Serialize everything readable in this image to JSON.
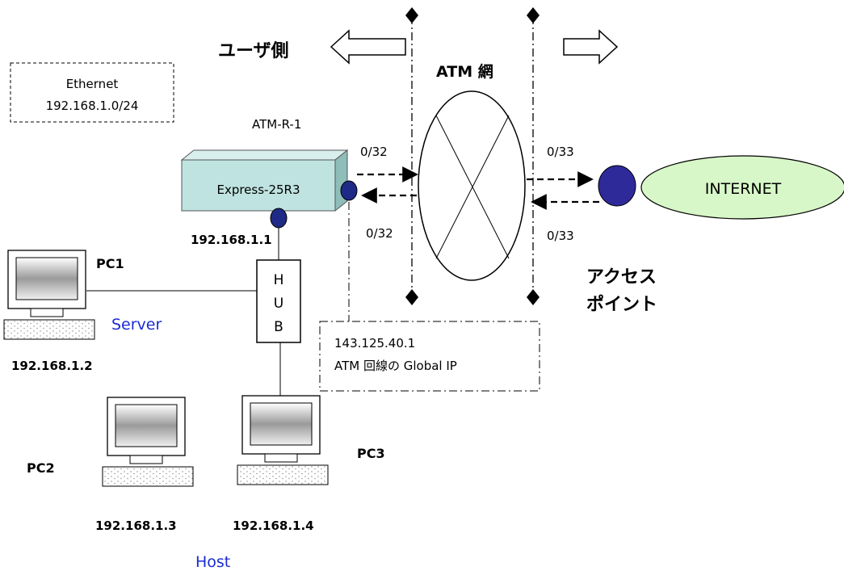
{
  "labels": {
    "user_side": "ユーザ側",
    "atm_network": "ATM 網",
    "ethernet_line1": "Ethernet",
    "ethernet_line2": "192.168.1.0/24",
    "router_name": "ATM-R-1",
    "router_model": "Express-25R3",
    "router_ip": "192.168.1.1",
    "vc_out_left": "0/32",
    "vc_in_left": "0/32",
    "vc_out_right": "0/33",
    "vc_in_right": "0/33",
    "internet": "INTERNET",
    "access_point_line1": "アクセス",
    "access_point_line2": "ポイント",
    "hub_letters": [
      "H",
      "U",
      "B"
    ],
    "pc1": "PC1",
    "pc2": "PC2",
    "pc3": "PC3",
    "server": "Server",
    "host": "Host",
    "ip_pc1": "192.168.1.2",
    "ip_pc2": "192.168.1.3",
    "ip_pc3": "192.168.1.4",
    "global_ip_line1": "143.125.40.1",
    "global_ip_line2": "ATM 回線の Global IP"
  },
  "colors": {
    "router_fill": "#bfe3e0",
    "port_fill": "#1f2a86",
    "internet_fill": "#d8f7c8",
    "access_point_fill": "#2e2a9a",
    "highlight_text": "#1a2bd6"
  }
}
